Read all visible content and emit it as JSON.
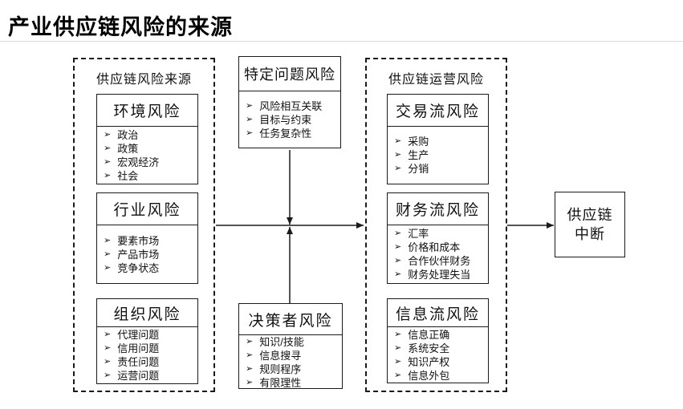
{
  "page": {
    "title": "产业供应链风险的来源"
  },
  "bullet": "➢",
  "left_group": {
    "label": "供应链风险来源",
    "boxes": [
      {
        "title": "环境风险",
        "items": [
          "政治",
          "政策",
          "宏观经济",
          "社会"
        ]
      },
      {
        "title": "行业风险",
        "items": [
          "要素市场",
          "产品市场",
          "竞争状态"
        ]
      },
      {
        "title": "组织风险",
        "items": [
          "代理问题",
          "信用问题",
          "责任问题",
          "运营问题"
        ]
      }
    ]
  },
  "middle": {
    "top_box": {
      "title": "特定问题风险",
      "items": [
        "风险相互关联",
        "目标与约束",
        "任务复杂性"
      ]
    },
    "bottom_box": {
      "title": "决策者风险",
      "items": [
        "知识/技能",
        "信息搜寻",
        "规则程序",
        "有限理性"
      ]
    }
  },
  "right_group": {
    "label": "供应链运营风险",
    "boxes": [
      {
        "title": "交易流风险",
        "items": [
          "采购",
          "生产",
          "分销"
        ]
      },
      {
        "title": "财务流风险",
        "items": [
          "汇率",
          "价格和成本",
          "合作伙伴财务",
          "财务处理失当"
        ]
      },
      {
        "title": "信息流风险",
        "items": [
          "信息正确",
          "系统安全",
          "知识产权",
          "信息外包"
        ]
      }
    ]
  },
  "outcome": {
    "line1": "供应链",
    "line2": "中断"
  },
  "colors": {
    "ink": "#1a1a1a",
    "rule": "#dcdcdc",
    "background": "#ffffff"
  }
}
